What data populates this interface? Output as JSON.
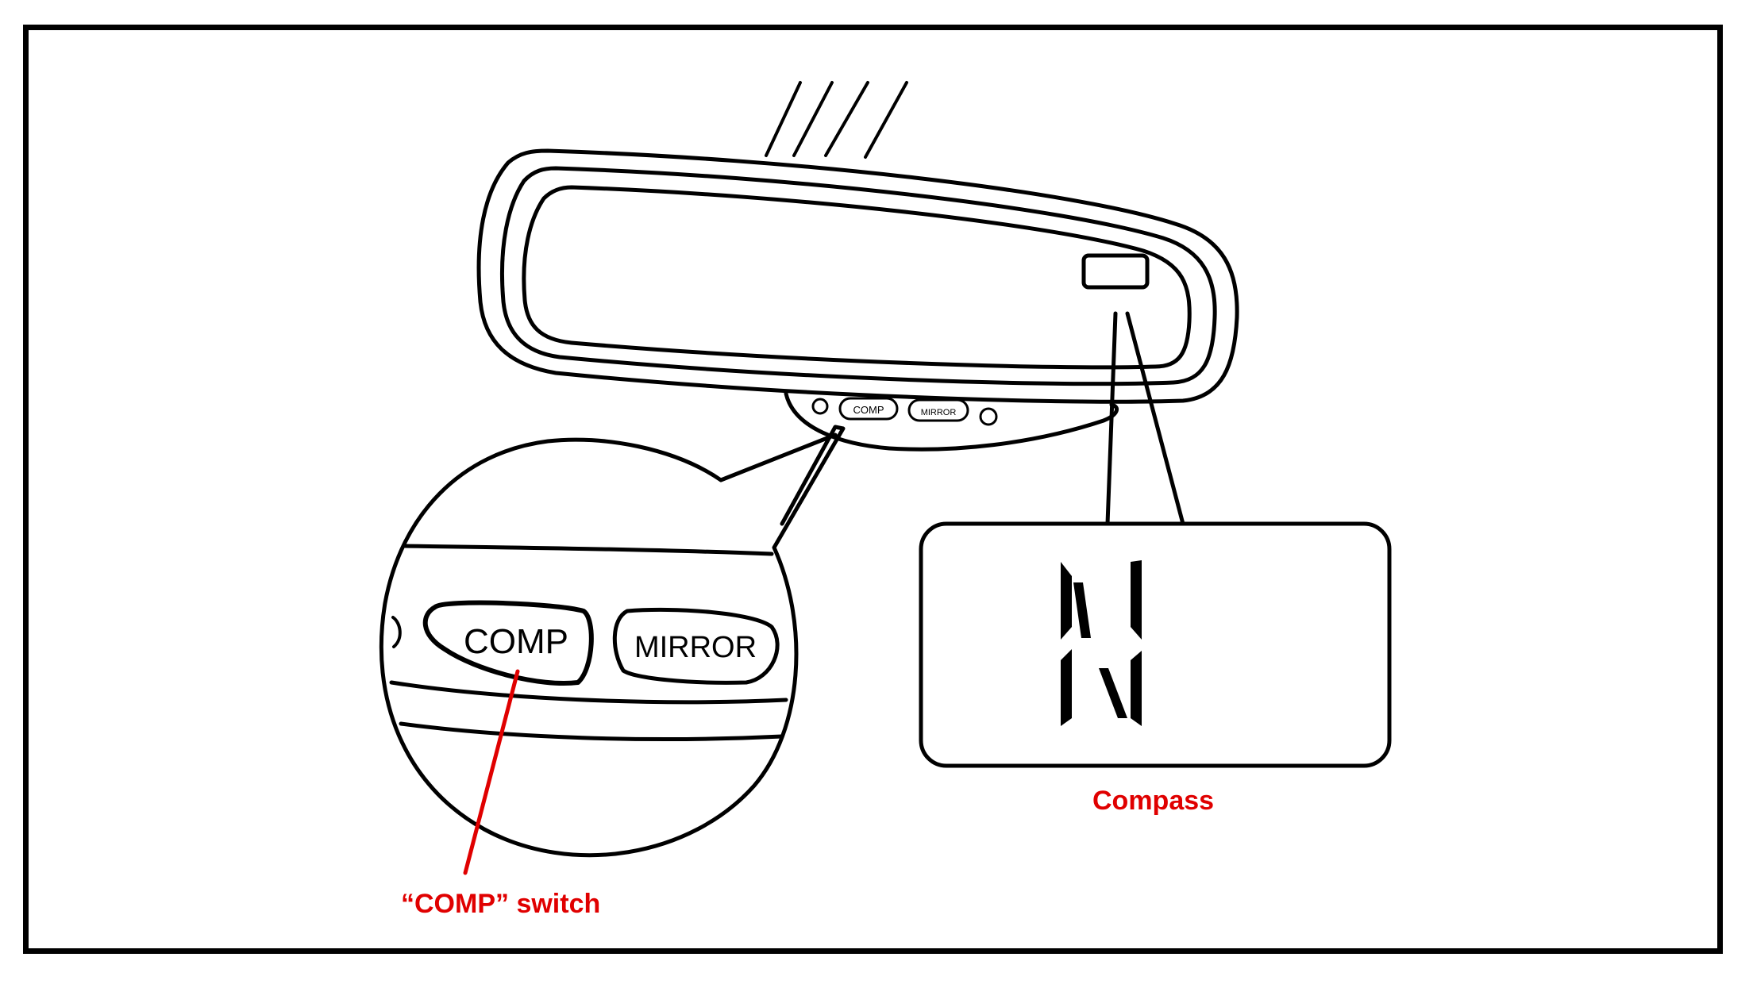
{
  "mirror": {
    "small_buttons": {
      "comp_label": "COMP",
      "mirror_label": "MIRROR"
    }
  },
  "zoom_detail": {
    "comp_label": "COMP",
    "mirror_label": "MIRROR"
  },
  "compass_display": {
    "heading": "N"
  },
  "callouts": {
    "compass": "Compass",
    "comp_switch": "“COMP” switch"
  },
  "colors": {
    "line": "#000000",
    "callout": "#e00000",
    "background": "#ffffff"
  }
}
